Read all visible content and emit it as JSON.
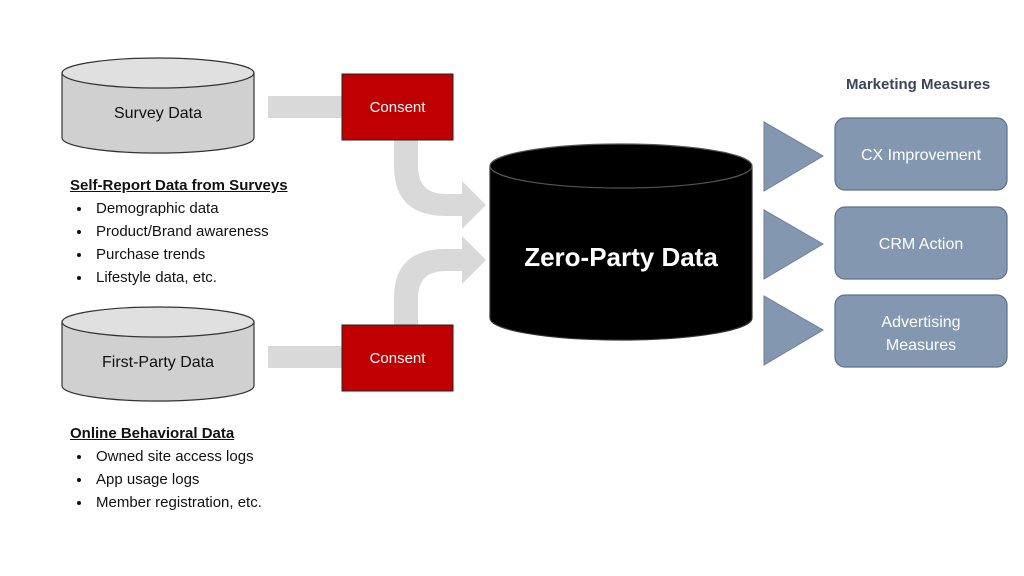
{
  "sources": {
    "survey": {
      "cylinder_label": "Survey Data",
      "heading": "Self-Report Data from Surveys",
      "items": [
        "Demographic data",
        "Product/Brand awareness",
        "Purchase trends",
        "Lifestyle data, etc."
      ]
    },
    "first_party": {
      "cylinder_label": "First-Party Data",
      "heading": "Online Behavioral Data",
      "items": [
        "Owned site access logs",
        "App usage logs",
        "Member registration, etc."
      ]
    }
  },
  "consent": {
    "top_label": "Consent",
    "bottom_label": "Consent"
  },
  "hub": {
    "label": "Zero-Party Data"
  },
  "measures": {
    "title": "Marketing Measures",
    "items": [
      {
        "lines": [
          "CX Improvement"
        ]
      },
      {
        "lines": [
          "CRM Action"
        ]
      },
      {
        "lines": [
          "Advertising",
          "Measures"
        ]
      }
    ]
  },
  "colors": {
    "cylinder_fill": "#d0d0d0",
    "cylinder_top": "#e0e0e0",
    "consent_fill": "#c00000",
    "hub_fill": "#000000",
    "arrow_fill": "#d9d9d9",
    "measure_fill": "#8497b0",
    "measure_border": "#6f7f94",
    "triangle_fill": "#8497b0",
    "title_color": "#3b4556"
  }
}
